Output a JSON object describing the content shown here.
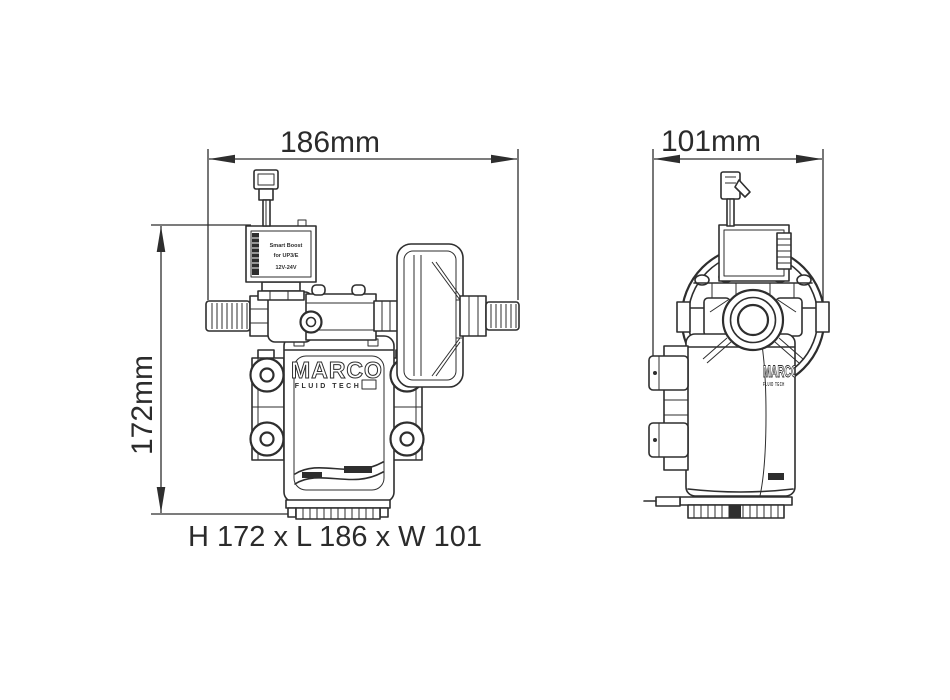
{
  "drawing": {
    "caption": "H 172 x L 186 x W 101",
    "dimensions": {
      "length": "186mm",
      "width": "101mm",
      "height": "172mm"
    },
    "branding": {
      "logo": "MARCO",
      "tagline": "FLUID TECH"
    },
    "control_box": {
      "label_line1": "Smart Boost",
      "label_line2": "for UP3/E",
      "label_line3": "12V-24V"
    },
    "colors": {
      "line": "#2e2e2e",
      "text": "#2b2b2b",
      "background": "#ffffff"
    }
  }
}
